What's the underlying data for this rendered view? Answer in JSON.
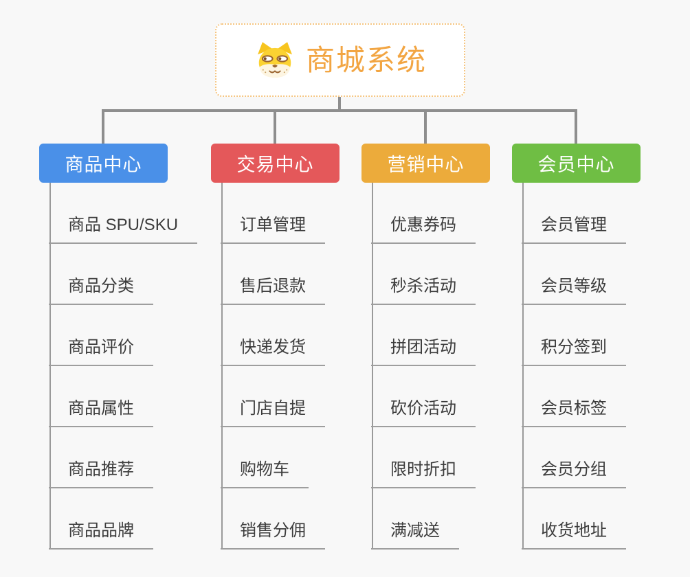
{
  "canvas": {
    "background": "#F8F8F8"
  },
  "root": {
    "title": "商城系统",
    "icon": "shiba-dog-face",
    "title_color": "#F2A542",
    "border_color": "#F5C581"
  },
  "connector_color": "#8E8E8E",
  "branches": [
    {
      "label": "商品中心",
      "color": "#4A90E8",
      "children": [
        "商品 SPU/SKU",
        "商品分类",
        "商品评价",
        "商品属性",
        "商品推荐",
        "商品品牌"
      ]
    },
    {
      "label": "交易中心",
      "color": "#E4585A",
      "children": [
        "订单管理",
        "售后退款",
        "快递发货",
        "门店自提",
        "购物车",
        "销售分佣"
      ]
    },
    {
      "label": "营销中心",
      "color": "#ECAB3B",
      "children": [
        "优惠券码",
        "秒杀活动",
        "拼团活动",
        "砍价活动",
        "限时折扣",
        "满减送"
      ]
    },
    {
      "label": "会员中心",
      "color": "#6FBE44",
      "children": [
        "会员管理",
        "会员等级",
        "积分签到",
        "会员标签",
        "会员分组",
        "收货地址"
      ]
    }
  ]
}
